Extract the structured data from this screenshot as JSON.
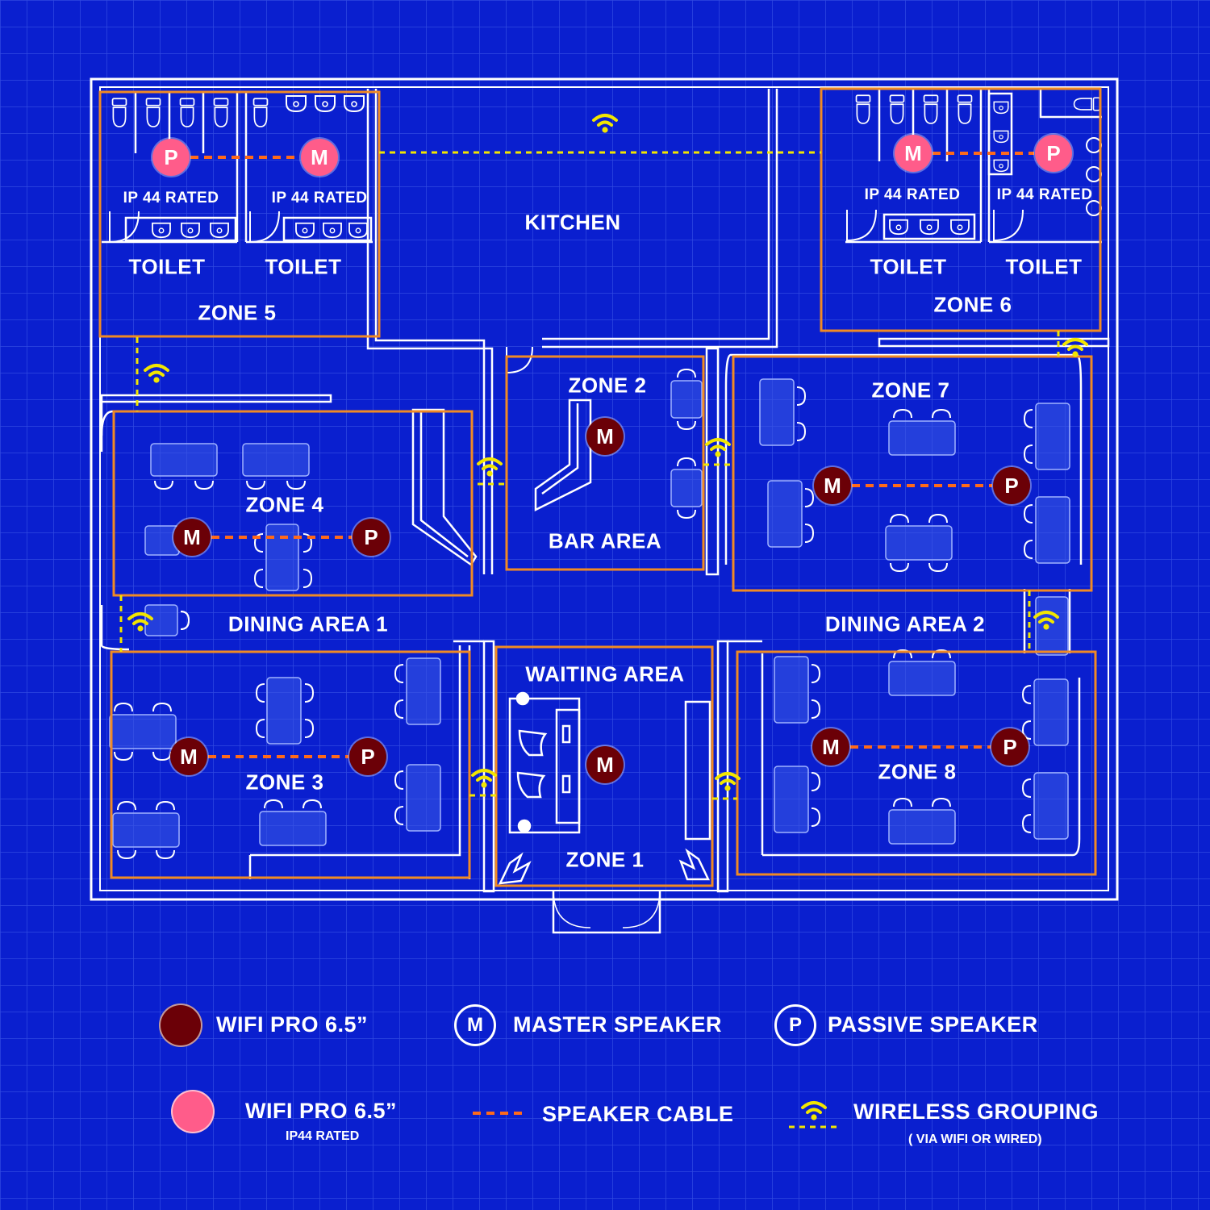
{
  "colors": {
    "background": "#0a1fcf",
    "wall": "#ffffff",
    "zone_border": "#f08a24",
    "speaker_cable": "#ff6a1a",
    "wireless": "#f2e600",
    "speaker_std": "#6b0007",
    "speaker_ip44": "#ff5c8a"
  },
  "rooms": {
    "kitchen": "KITCHEN",
    "bar_area": "BAR  AREA",
    "waiting_area": "WAITING  AREA",
    "dining_area_1": "DINING  AREA 1",
    "dining_area_2": "DINING AREA 2",
    "toilet": "TOILET",
    "ip44_rated": "IP 44 RATED",
    "ip44_rated_alt": "IP 44 RATED"
  },
  "zones": {
    "z1": "ZONE 1",
    "z2": "ZONE 2",
    "z3": "ZONE 3",
    "z4": "ZONE 4",
    "z5": "ZONE 5",
    "z6": "ZONE 6",
    "z7": "ZONE 7",
    "z8": "ZONE 8"
  },
  "speaker_letters": {
    "master": "M",
    "passive": "P"
  },
  "legend": {
    "wifi_pro": "WIFI PRO 6.5”",
    "wifi_pro_ip44": "WIFI PRO 6.5”",
    "ip44_sub": "IP44 RATED",
    "master_letter": "M",
    "master_label": "MASTER SPEAKER",
    "passive_letter": "P",
    "passive_label": "PASSIVE SPEAKER",
    "cable_label": "SPEAKER CABLE",
    "wireless_label": "WIRELESS GROUPING",
    "wireless_sub": "( VIA WIFI OR WIRED)"
  },
  "icons": [
    "wifi-icon",
    "toilet-icon",
    "sink-icon",
    "table-icon",
    "chair-icon",
    "plant-icon",
    "door-icon"
  ]
}
